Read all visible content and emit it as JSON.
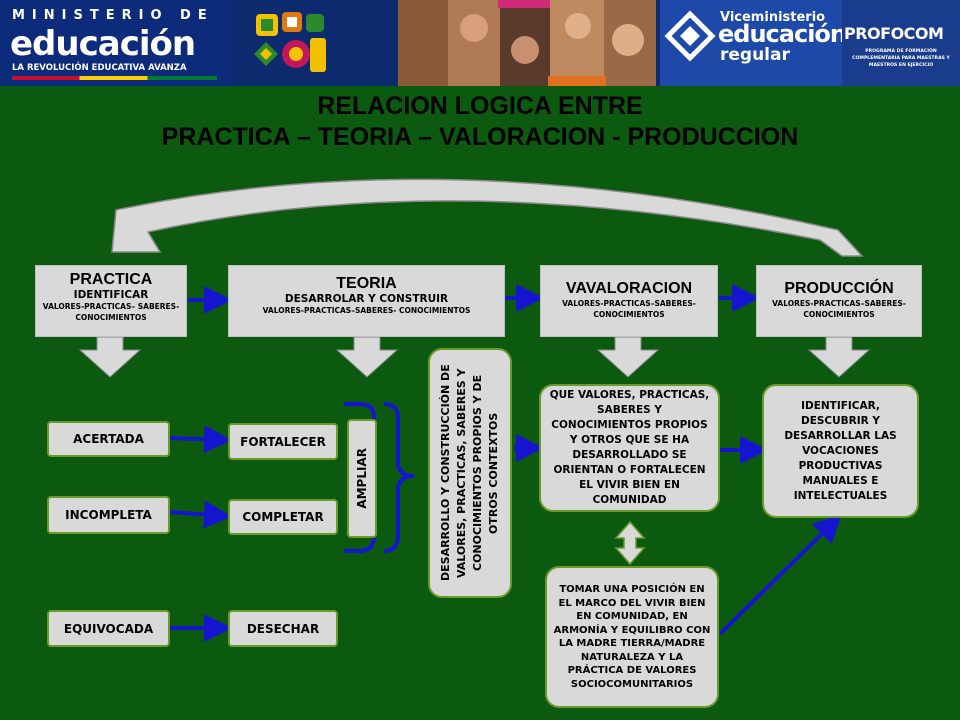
{
  "banner": {
    "ministerio_line": "MINISTERIO DE",
    "educacion_word": "educación",
    "revolucion": "LA REVOLUCIÓN EDUCATIVA AVANZA",
    "viceministerio": "Viceministerio",
    "vice_educacion": "educación",
    "vice_regular": "regular",
    "profocom": "PROFOCOM",
    "profocom_sub": "PROGRAMA DE FORMACIÓN COMPLEMENTARIA PARA MAESTRAS Y MAESTROS EN EJERCICIO"
  },
  "title": {
    "line1": "RELACION LOGICA ENTRE",
    "line2": "PRACTICA – TEORIA – VALORACION - PRODUCCION"
  },
  "headers": {
    "practica": {
      "title": "PRACTICA",
      "sub": "IDENTIFICAR",
      "detail": "VALORES-PRACTICAS– SABERES- CONOCIMIENTOS"
    },
    "teoria": {
      "title": "TEORIA",
      "sub": "DESARROLAR Y CONSTRUIR",
      "detail": "VALORES-PRACTICAS–SABERES- CONOCIMIENTOS"
    },
    "valoracion": {
      "title": "VAVALORACION",
      "detail": "VALORES-PRACTICAS–SABERES- CONOCIMIENTOS"
    },
    "produccion": {
      "title": "PRODUCCIÓN",
      "detail": "VALORES-PRACTICAS–SABERES- CONOCIMIENTOS"
    }
  },
  "practica_items": {
    "acertada": "ACERTADA",
    "incompleta": "INCOMPLETA",
    "equivocada": "EQUIVOCADA"
  },
  "teoria_items": {
    "fortalecer": "FORTALECER",
    "completar": "COMPLETAR",
    "desechar": "DESECHAR",
    "ampliar": "AMPLIAR"
  },
  "desarrollo": "DESARROLLO Y CONSTRUCCIÓN DE VALORES, PRACTICAS, SABERES Y CONOCIMIENTOS PROPIOS Y DE OTROS CONTEXTOS",
  "valoracion_question": "QUE VALORES, PRACTICAS, SABERES Y CONOCIMIENTOS PROPIOS Y OTROS QUE SE HA DESARROLLADO SE ORIENTAN O FORTALECEN EL VIVIR BIEN EN COMUNIDAD",
  "valoracion_position": "TOMAR UNA POSICIÓN EN EL MARCO DEL VIVIR BIEN EN COMUNIDAD, EN ARMONÍA Y EQUILIBRO CON LA MADRE TIERRA/MADRE NATURALEZA Y LA PRÁCTICA DE VALORES SOCIOCOMUNITARIOS",
  "produccion_text": "IDENTIFICAR, DESCUBRIR Y DESARROLLAR LAS VOCACIONES PRODUCTIVAS MANUALES E INTELECTUALES",
  "colors": {
    "background": "#0c5a10",
    "box": "#d9d9d9",
    "arrow": "#1515d0",
    "box_border": "#6a9a2a"
  }
}
